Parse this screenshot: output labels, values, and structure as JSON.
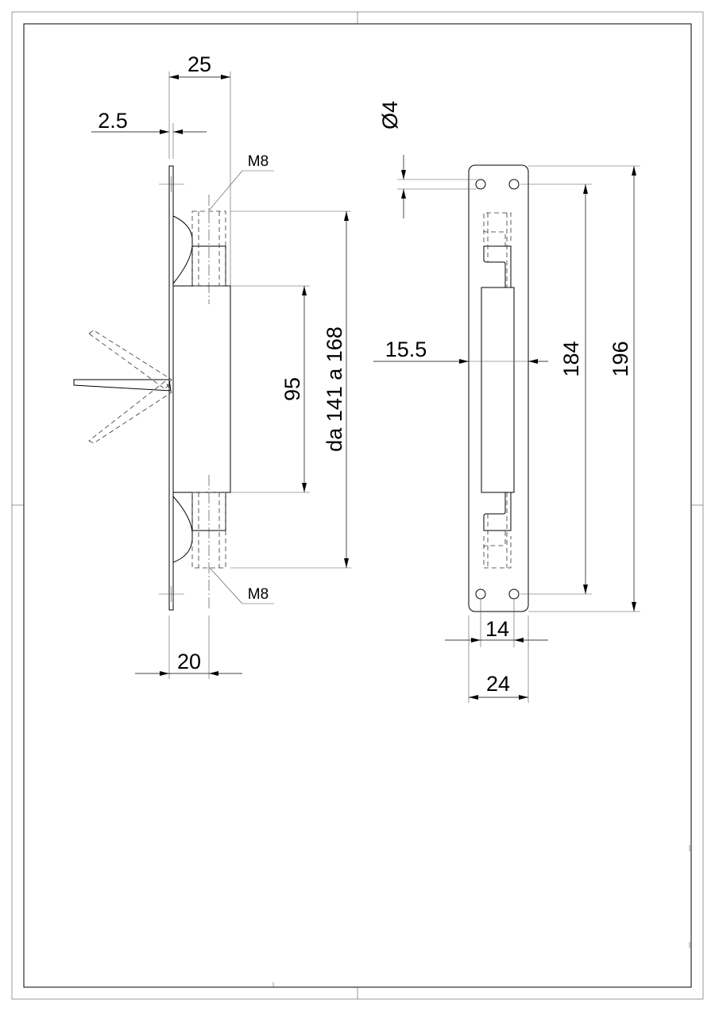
{
  "side_view": {
    "dim_width_total": "25",
    "dim_plate_thickness": "2.5",
    "thread_top": "M8",
    "thread_bottom": "M8",
    "dim_body_length": "95",
    "dim_hole_range": "da 141 a 168",
    "dim_axis_offset": "20"
  },
  "front_view": {
    "dim_hole_diameter": "Ø4",
    "dim_body_width": "15.5",
    "dim_hole_spacing": "184",
    "dim_plate_length": "196",
    "dim_hole_center_distance": "14",
    "dim_plate_width": "24"
  }
}
